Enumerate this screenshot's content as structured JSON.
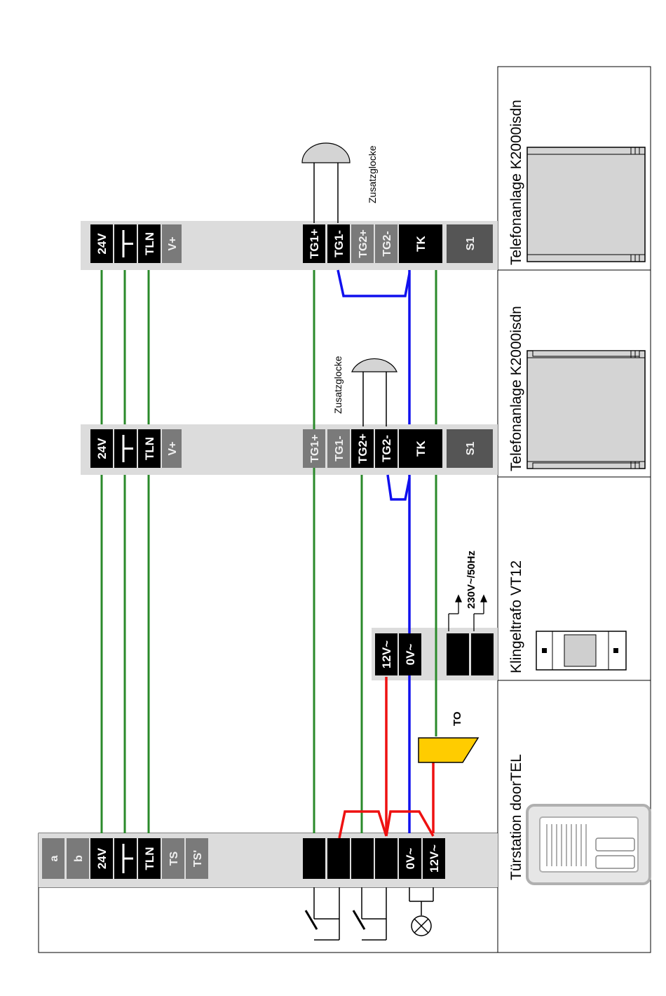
{
  "captions": {
    "door": "Türstation doorTEL",
    "trafo": "Klingeltrafo VT12",
    "pbx1": "Telefonanlage K2000isdn",
    "pbx2": "Telefonanlage K2000isdn"
  },
  "bell_label": "Zusatzglocke",
  "mains_label": "230V~/50Hz",
  "to_label": "TO",
  "door_terminals": [
    "a",
    "b",
    "24V",
    "⊥",
    "TLN",
    "TS",
    "TS'",
    "0V~",
    "12V~"
  ],
  "trafo_terminals": [
    "12V~",
    "0V~"
  ],
  "module_terminals": [
    "24V",
    "⊥",
    "TLN",
    "V+",
    "TG1+",
    "TG1-",
    "TG2+",
    "TG2-",
    "TK",
    "S1"
  ],
  "colors": {
    "green": "#2a8a2a",
    "blue": "#1010ee",
    "red": "#ee1111",
    "yellow": "#ffcc00",
    "terminal_black": "#000000",
    "terminal_gray": "#7a7a7a",
    "strip": "#dcdcdc"
  }
}
